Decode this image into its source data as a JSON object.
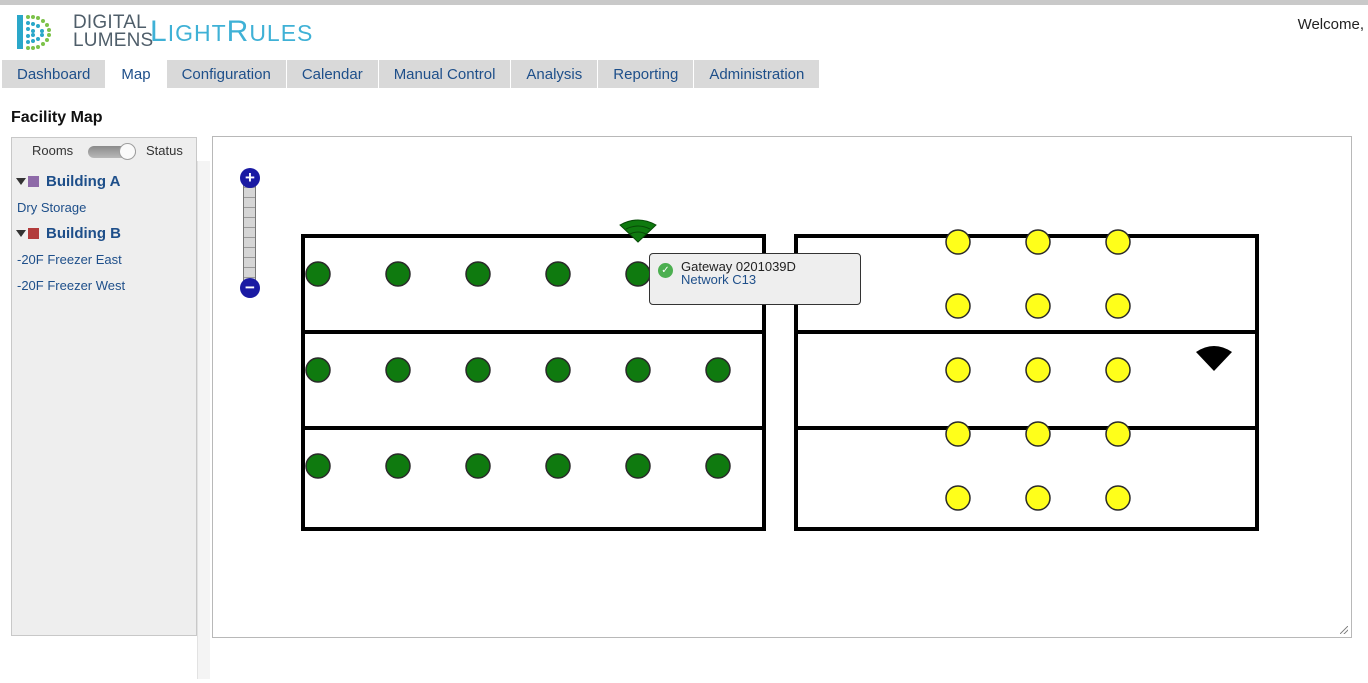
{
  "header": {
    "logo_line1": "DIGITAL",
    "logo_line2": "LUMENS",
    "product_name": "LightRules",
    "welcome": "Welcome,"
  },
  "nav": {
    "tabs": [
      {
        "label": "Dashboard"
      },
      {
        "label": "Map",
        "active": true
      },
      {
        "label": "Configuration"
      },
      {
        "label": "Calendar"
      },
      {
        "label": "Manual Control"
      },
      {
        "label": "Analysis"
      },
      {
        "label": "Reporting"
      },
      {
        "label": "Administration"
      }
    ]
  },
  "page": {
    "title": "Facility Map"
  },
  "sidebar": {
    "toggle_left": "Rooms",
    "toggle_right": "Status",
    "buildings": [
      {
        "name": "Building A",
        "color": "#8e6aa8",
        "rooms": [
          "Dry Storage"
        ]
      },
      {
        "name": "Building B",
        "color": "#b23b3b",
        "rooms": [
          "-20F Freezer East",
          "-20F Freezer West"
        ]
      }
    ]
  },
  "map": {
    "zoom_in": "+",
    "zoom_out": "−",
    "colors": {
      "green": "#0f7a0f",
      "yellow": "#ffff1a",
      "wall": "#000000"
    },
    "gateway_icons": [
      {
        "color": "#0f7a0f",
        "icon": "wifi-gateway-icon"
      },
      {
        "color": "#000000",
        "icon": "wifi-gateway-icon"
      }
    ],
    "tooltip": {
      "line1": "Gateway 0201039D",
      "line2": "Network C13",
      "status_icon": "check-circle-icon"
    }
  }
}
